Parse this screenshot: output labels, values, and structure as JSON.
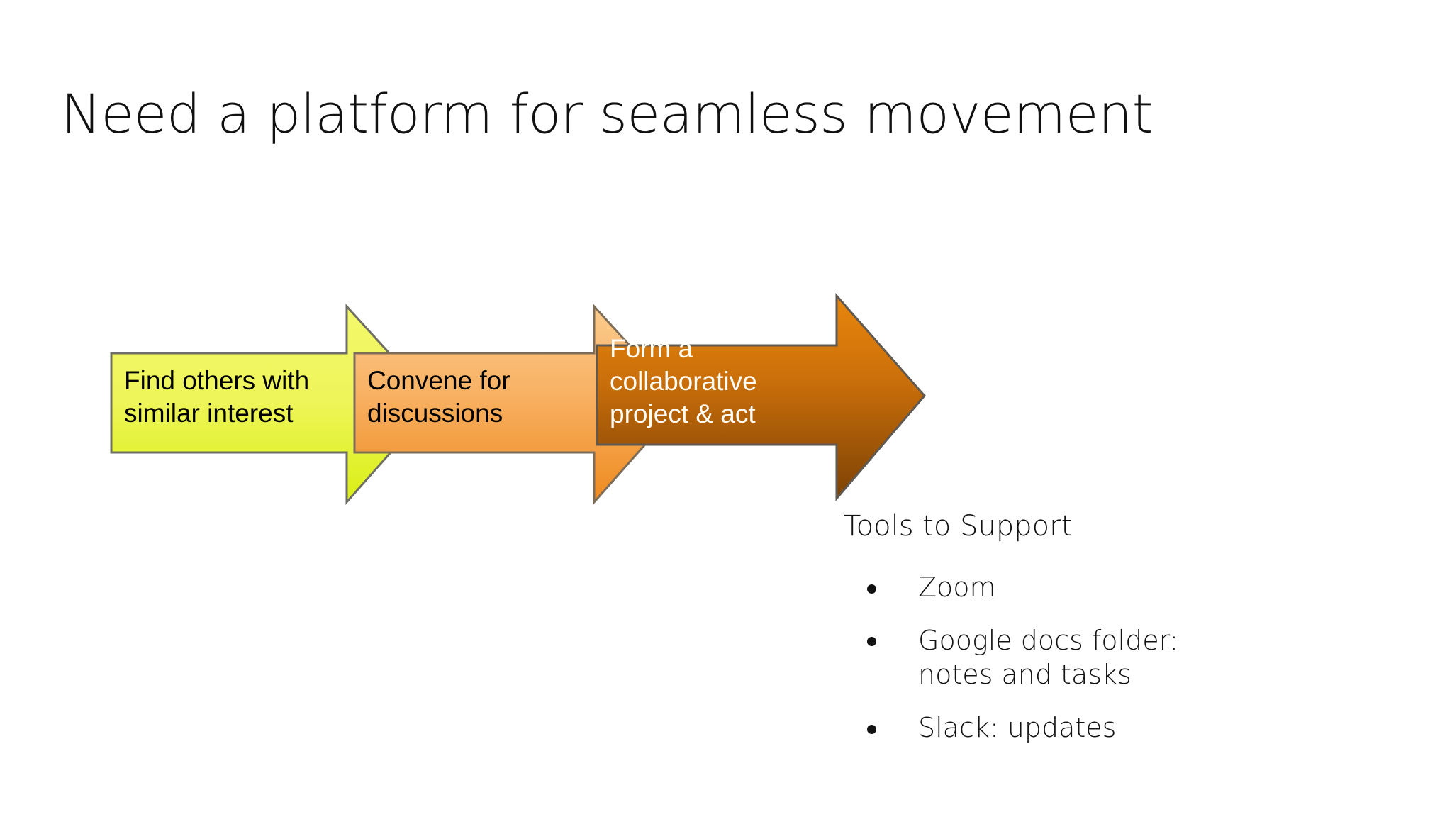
{
  "slide": {
    "title": "Need a platform for seamless movement",
    "background_color": "#ffffff"
  },
  "flow": {
    "steps": [
      {
        "label": "Find others with\nsimilar interest",
        "text_color": "#000000",
        "fill_top": "#eef45f",
        "fill_bottom": "#dcf018",
        "stroke_color": "#6b6b63"
      },
      {
        "label": "Convene for\ndiscussions",
        "text_color": "#000000",
        "fill_top": "#f9bf74",
        "fill_bottom": "#f08b22",
        "stroke_color": "#7a6a55"
      },
      {
        "label": "Form a\ncollaborative\nproject & act",
        "text_color": "#fffdf6",
        "fill_top": "#e07e0a",
        "fill_bottom": "#8a4a06",
        "stroke_color": "#5d5750"
      }
    ]
  },
  "tools": {
    "heading": "Tools to Support",
    "items": [
      "Zoom",
      "Google docs folder: notes and tasks",
      "Slack: updates"
    ],
    "bullet_glyph": "bullet-dot"
  }
}
